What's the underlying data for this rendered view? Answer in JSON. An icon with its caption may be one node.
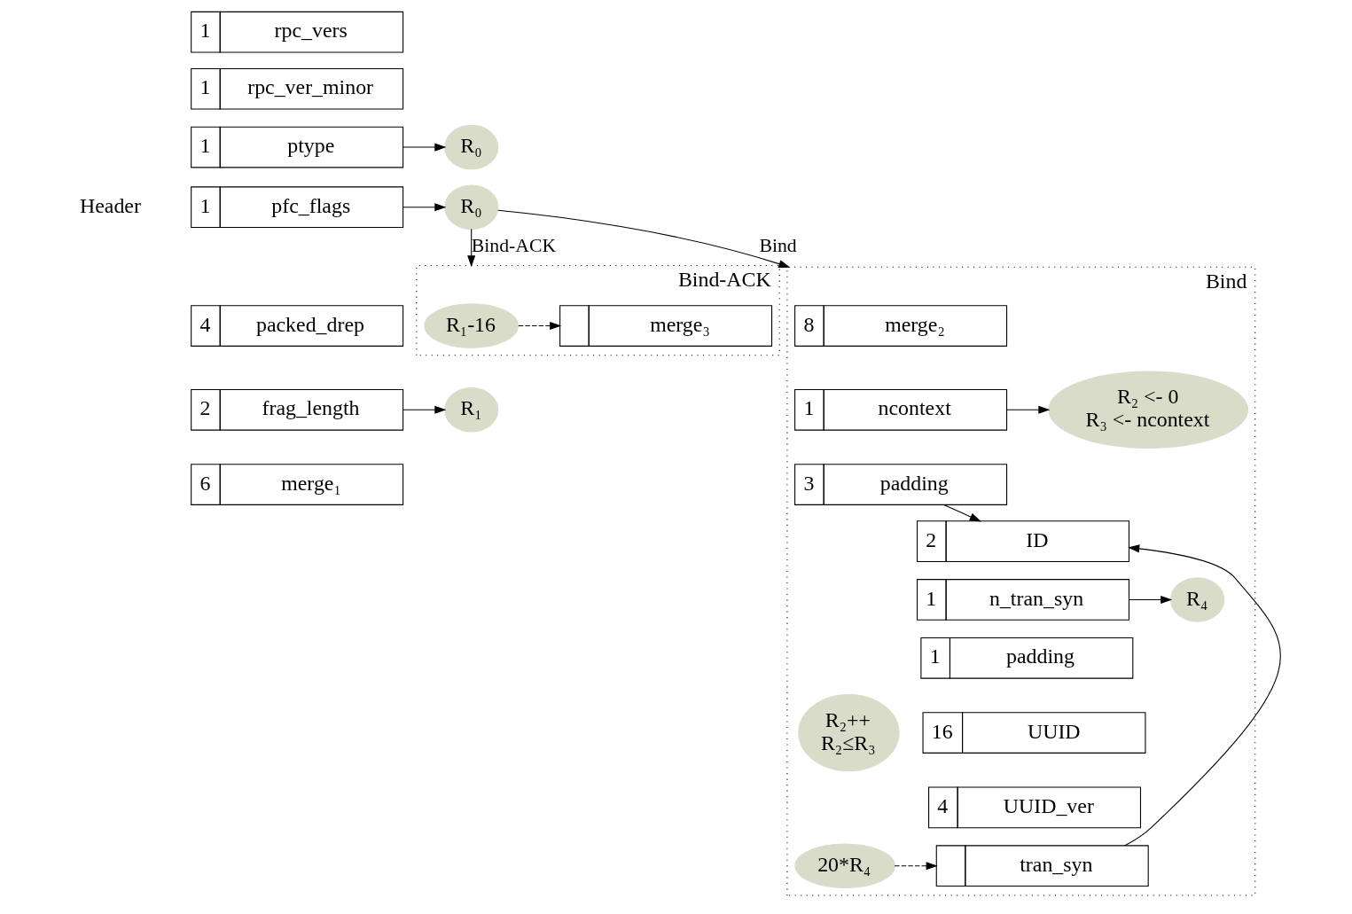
{
  "diagram": {
    "nodes": [
      {
        "text": [
          "1",
          "rpc_vers"
        ]
      },
      {
        "text": [
          "1",
          "rpc_ver_minor"
        ]
      },
      {
        "text": [
          "1",
          "ptype"
        ]
      },
      {
        "text": [
          "1",
          "pfc_flags"
        ]
      },
      {
        "text": [
          "4",
          "packed_drep"
        ]
      },
      {
        "text": [
          "2",
          "frag_length"
        ]
      },
      {
        "text": [
          "6",
          "merge₁"
        ]
      },
      {
        "text": [
          "R₀"
        ]
      },
      {
        "text": [
          "R₁"
        ]
      },
      {
        "text": [
          "R₀"
        ]
      },
      {
        "text": [
          "Bind-ACK"
        ]
      },
      {
        "text": [
          "R₁-16"
        ],
        "in": 10
      },
      {
        "text": [
          "merge₃"
        ],
        "in": 10
      },
      {
        "text": [
          "Bind"
        ]
      },
      {
        "text": [
          "8",
          "merge₂"
        ],
        "in": 13
      },
      {
        "text": [
          "1",
          "ncontext"
        ],
        "in": 13
      },
      {
        "text": [
          "3",
          "padding"
        ],
        "in": 13
      },
      {
        "text": [
          "R₂ <- 0",
          "R₃ <- ncontext"
        ],
        "in": 13
      },
      {
        "text": [
          "2",
          "ID"
        ],
        "in": 13
      },
      {
        "text": [
          "1",
          "n_tran_syn"
        ],
        "in": 13
      },
      {
        "text": [
          "1",
          "padding"
        ],
        "in": 13
      },
      {
        "text": [
          "16",
          "UUID"
        ],
        "in": 13
      },
      {
        "text": [
          "4",
          "UUID_ver"
        ],
        "in": 13
      },
      {
        "text": [
          "tran_syn"
        ],
        "in": 13
      },
      {
        "text": [
          "R₄"
        ],
        "in": 13
      },
      {
        "text": [
          "20*R₄"
        ],
        "in": 13
      },
      {
        "text": [
          "R₂++",
          "R₂≤R₃"
        ],
        "in": 13
      }
    ],
    "edges": [
      {
        "from": 2,
        "to": 7,
        "arrow": "to"
      },
      {
        "from": 5,
        "to": 8,
        "arrow": "to"
      },
      {
        "from": 3,
        "to": 9,
        "arrow": "to"
      },
      {
        "from": 9,
        "to": 10,
        "arrow": "to",
        "label": "Bind-ACK"
      },
      {
        "from": 9,
        "to": 13,
        "arrow": "to",
        "label": "Bind"
      },
      {
        "from": 11,
        "to": 12,
        "arrow": "to",
        "style": "dashed"
      },
      {
        "from": 15,
        "to": 17,
        "arrow": "to"
      },
      {
        "from": 16,
        "to": 18,
        "arrow": "to"
      },
      {
        "from": 23,
        "to": 18,
        "arrow": "to"
      },
      {
        "from": 19,
        "to": 24,
        "arrow": "to"
      },
      {
        "from": 25,
        "to": 23,
        "arrow": "to",
        "style": "dashed"
      }
    ],
    "labels": [
      "Header"
    ]
  }
}
